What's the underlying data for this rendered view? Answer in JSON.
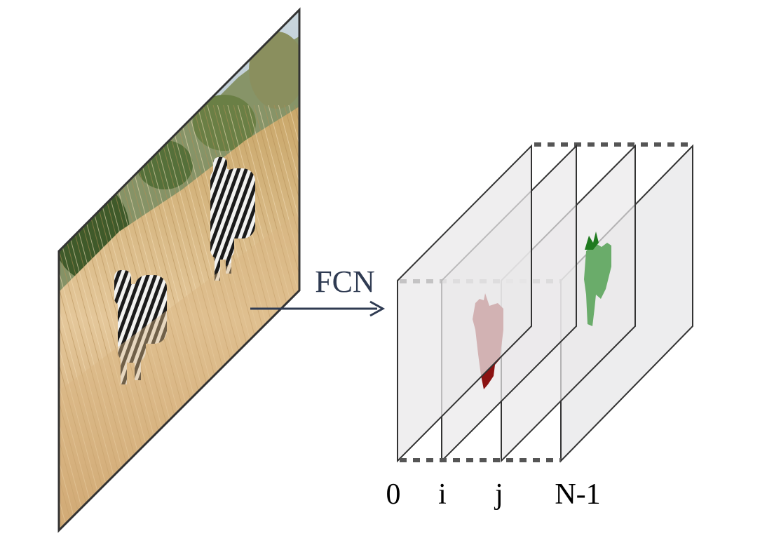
{
  "operation_label": "FCN",
  "channel_labels": {
    "first": "0",
    "i": "i",
    "j": "j",
    "last": "N-1"
  },
  "colors": {
    "arrow": "#2f3b52",
    "plane_fill": "#e9e8ea",
    "plane_stroke": "#333333",
    "dotted_edge": "#555555",
    "mask_i": "#8b1212",
    "mask_j": "#6aac6a",
    "mask_j_accent": "#1f7a1f"
  },
  "input_image": {
    "content": "zebras-in-dry-grass-photo"
  }
}
